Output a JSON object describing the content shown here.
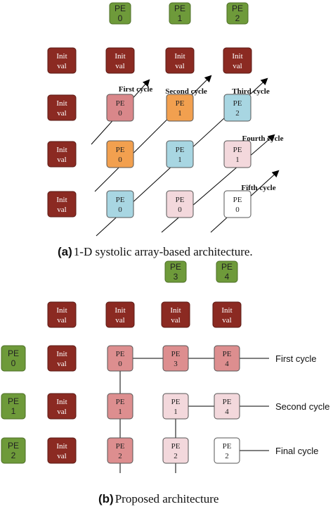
{
  "colors": {
    "pe_green": "#6e9a3a",
    "init_red": "#8b2a22",
    "pe_pink": "#d9878a",
    "pe_orange": "#f2a04f",
    "pe_blue": "#a8d6e2",
    "pe_lightpink": "#f3d8dc",
    "pe_white": "#ffffff",
    "pe_pink_b": "#dd8e8f"
  },
  "section_a": {
    "caption_letter": "(a)",
    "caption_text": "1-D systolic array-based architecture.",
    "top_pes": [
      {
        "line1": "PE",
        "line2": "0"
      },
      {
        "line1": "PE",
        "line2": "1"
      },
      {
        "line1": "PE",
        "line2": "2"
      }
    ],
    "init_label": {
      "line1": "Init",
      "line2": "val"
    },
    "grid_rows": [
      [
        {
          "type": "init",
          "line1": "Init",
          "line2": "val"
        },
        {
          "type": "init",
          "line1": "Init",
          "line2": "val"
        },
        {
          "type": "init",
          "line1": "Init",
          "line2": "val"
        },
        {
          "type": "init",
          "line1": "Init",
          "line2": "val"
        }
      ],
      [
        {
          "type": "init",
          "line1": "Init",
          "line2": "val"
        },
        {
          "type": "pe",
          "color": "pink",
          "line1": "PE",
          "line2": "0"
        },
        {
          "type": "pe",
          "color": "orange",
          "line1": "PE",
          "line2": "1"
        },
        {
          "type": "pe",
          "color": "blue",
          "line1": "PE",
          "line2": "2"
        }
      ],
      [
        {
          "type": "init",
          "line1": "Init",
          "line2": "val"
        },
        {
          "type": "pe",
          "color": "orange",
          "line1": "PE",
          "line2": "0"
        },
        {
          "type": "pe",
          "color": "blue",
          "line1": "PE",
          "line2": "1"
        },
        {
          "type": "pe",
          "color": "lightpink",
          "line1": "PE",
          "line2": "1"
        }
      ],
      [
        {
          "type": "init",
          "line1": "Init",
          "line2": "val"
        },
        {
          "type": "pe",
          "color": "blue",
          "line1": "PE",
          "line2": "0"
        },
        {
          "type": "pe",
          "color": "lightpink",
          "line1": "PE",
          "line2": "0"
        },
        {
          "type": "pe",
          "color": "white",
          "line1": "PE",
          "line2": "0"
        }
      ]
    ],
    "cycle_labels": [
      "First cycle",
      "Second cycle",
      "Third  cycle",
      "Fourth cycle",
      "Fifth cycle"
    ]
  },
  "section_b": {
    "caption_letter": "(b)",
    "caption_text": "Proposed architecture",
    "top_pes": [
      {
        "line1": "PE",
        "line2": "3"
      },
      {
        "line1": "PE",
        "line2": "4"
      }
    ],
    "left_pes": [
      {
        "line1": "PE",
        "line2": "0"
      },
      {
        "line1": "PE",
        "line2": "1"
      },
      {
        "line1": "PE",
        "line2": "2"
      }
    ],
    "init_row": [
      {
        "line1": "Init",
        "line2": "val"
      },
      {
        "line1": "Init",
        "line2": "val"
      },
      {
        "line1": "Init",
        "line2": "val"
      },
      {
        "line1": "Init",
        "line2": "val"
      }
    ],
    "grid_rows": [
      [
        {
          "type": "init",
          "line1": "Init",
          "line2": "val"
        },
        {
          "type": "pe",
          "color": "pinkb",
          "line1": "PE",
          "line2": "0"
        },
        {
          "type": "pe",
          "color": "pinkb",
          "line1": "PE",
          "line2": "3"
        },
        {
          "type": "pe",
          "color": "pinkb",
          "line1": "PE",
          "line2": "4"
        }
      ],
      [
        {
          "type": "init",
          "line1": "Init",
          "line2": "val"
        },
        {
          "type": "pe",
          "color": "pinkb",
          "line1": "PE",
          "line2": "1"
        },
        {
          "type": "pe",
          "color": "lightpink",
          "line1": "PE",
          "line2": "1"
        },
        {
          "type": "pe",
          "color": "lightpink",
          "line1": "PE",
          "line2": "4"
        }
      ],
      [
        {
          "type": "init",
          "line1": "Init",
          "line2": "val"
        },
        {
          "type": "pe",
          "color": "pinkb",
          "line1": "PE",
          "line2": "2"
        },
        {
          "type": "pe",
          "color": "lightpink",
          "line1": "PE",
          "line2": "2"
        },
        {
          "type": "pe",
          "color": "white",
          "line1": "PE",
          "line2": "2"
        }
      ]
    ],
    "cycle_labels": [
      "First cycle",
      "Second cycle",
      "Final cycle"
    ]
  }
}
